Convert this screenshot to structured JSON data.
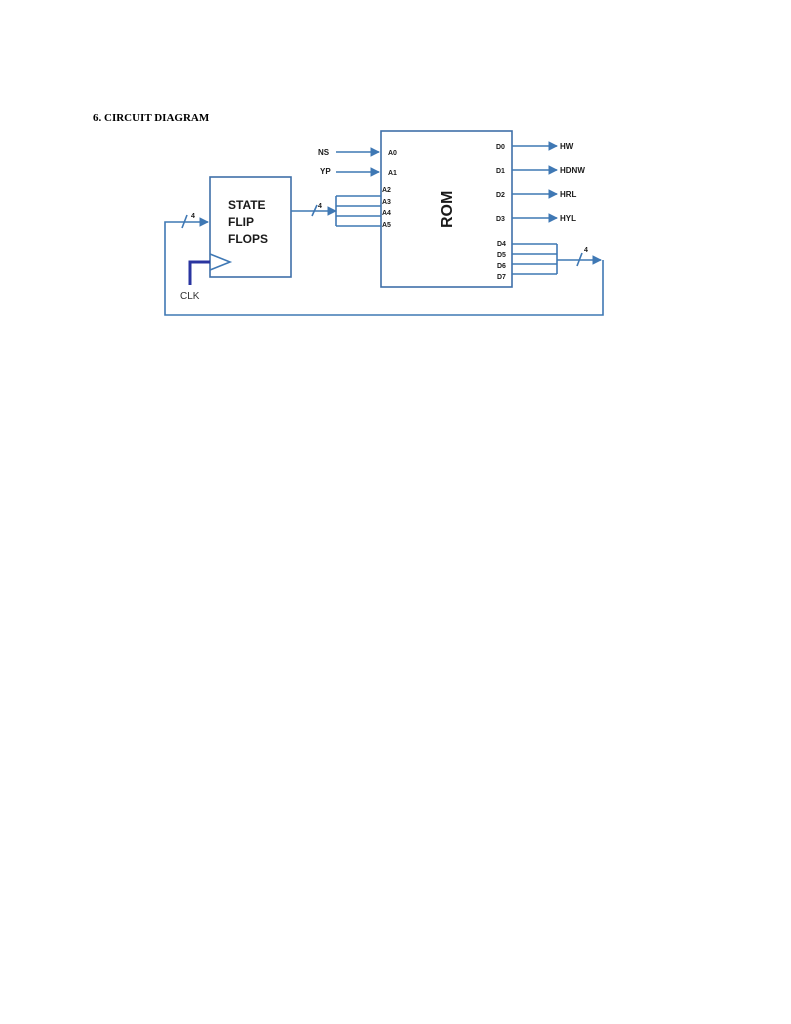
{
  "heading": "6. CIRCUIT DIAGRAM",
  "diagram": {
    "state_block": [
      "STATE",
      "FLIP",
      "FLOPS"
    ],
    "rom_label": "ROM",
    "clock_label": "CLK",
    "inputs": [
      {
        "signal": "NS",
        "pin": "A0"
      },
      {
        "signal": "YP",
        "pin": "A1"
      }
    ],
    "address_pins": [
      "A2",
      "A3",
      "A4",
      "A5"
    ],
    "outputs": [
      {
        "pin": "D0",
        "signal": "HW"
      },
      {
        "pin": "D1",
        "signal": "HDNW"
      },
      {
        "pin": "D2",
        "signal": "HRL"
      },
      {
        "pin": "D3",
        "signal": "HYL"
      }
    ],
    "feedback_pins": [
      "D4",
      "D5",
      "D6",
      "D7"
    ],
    "bus_width_in": "4",
    "bus_width_feedback_left": "4",
    "bus_width_out": "4"
  },
  "colors": {
    "wire": "#3f78b4",
    "box": "#3f6fa8",
    "clock": "#2a35a0"
  }
}
